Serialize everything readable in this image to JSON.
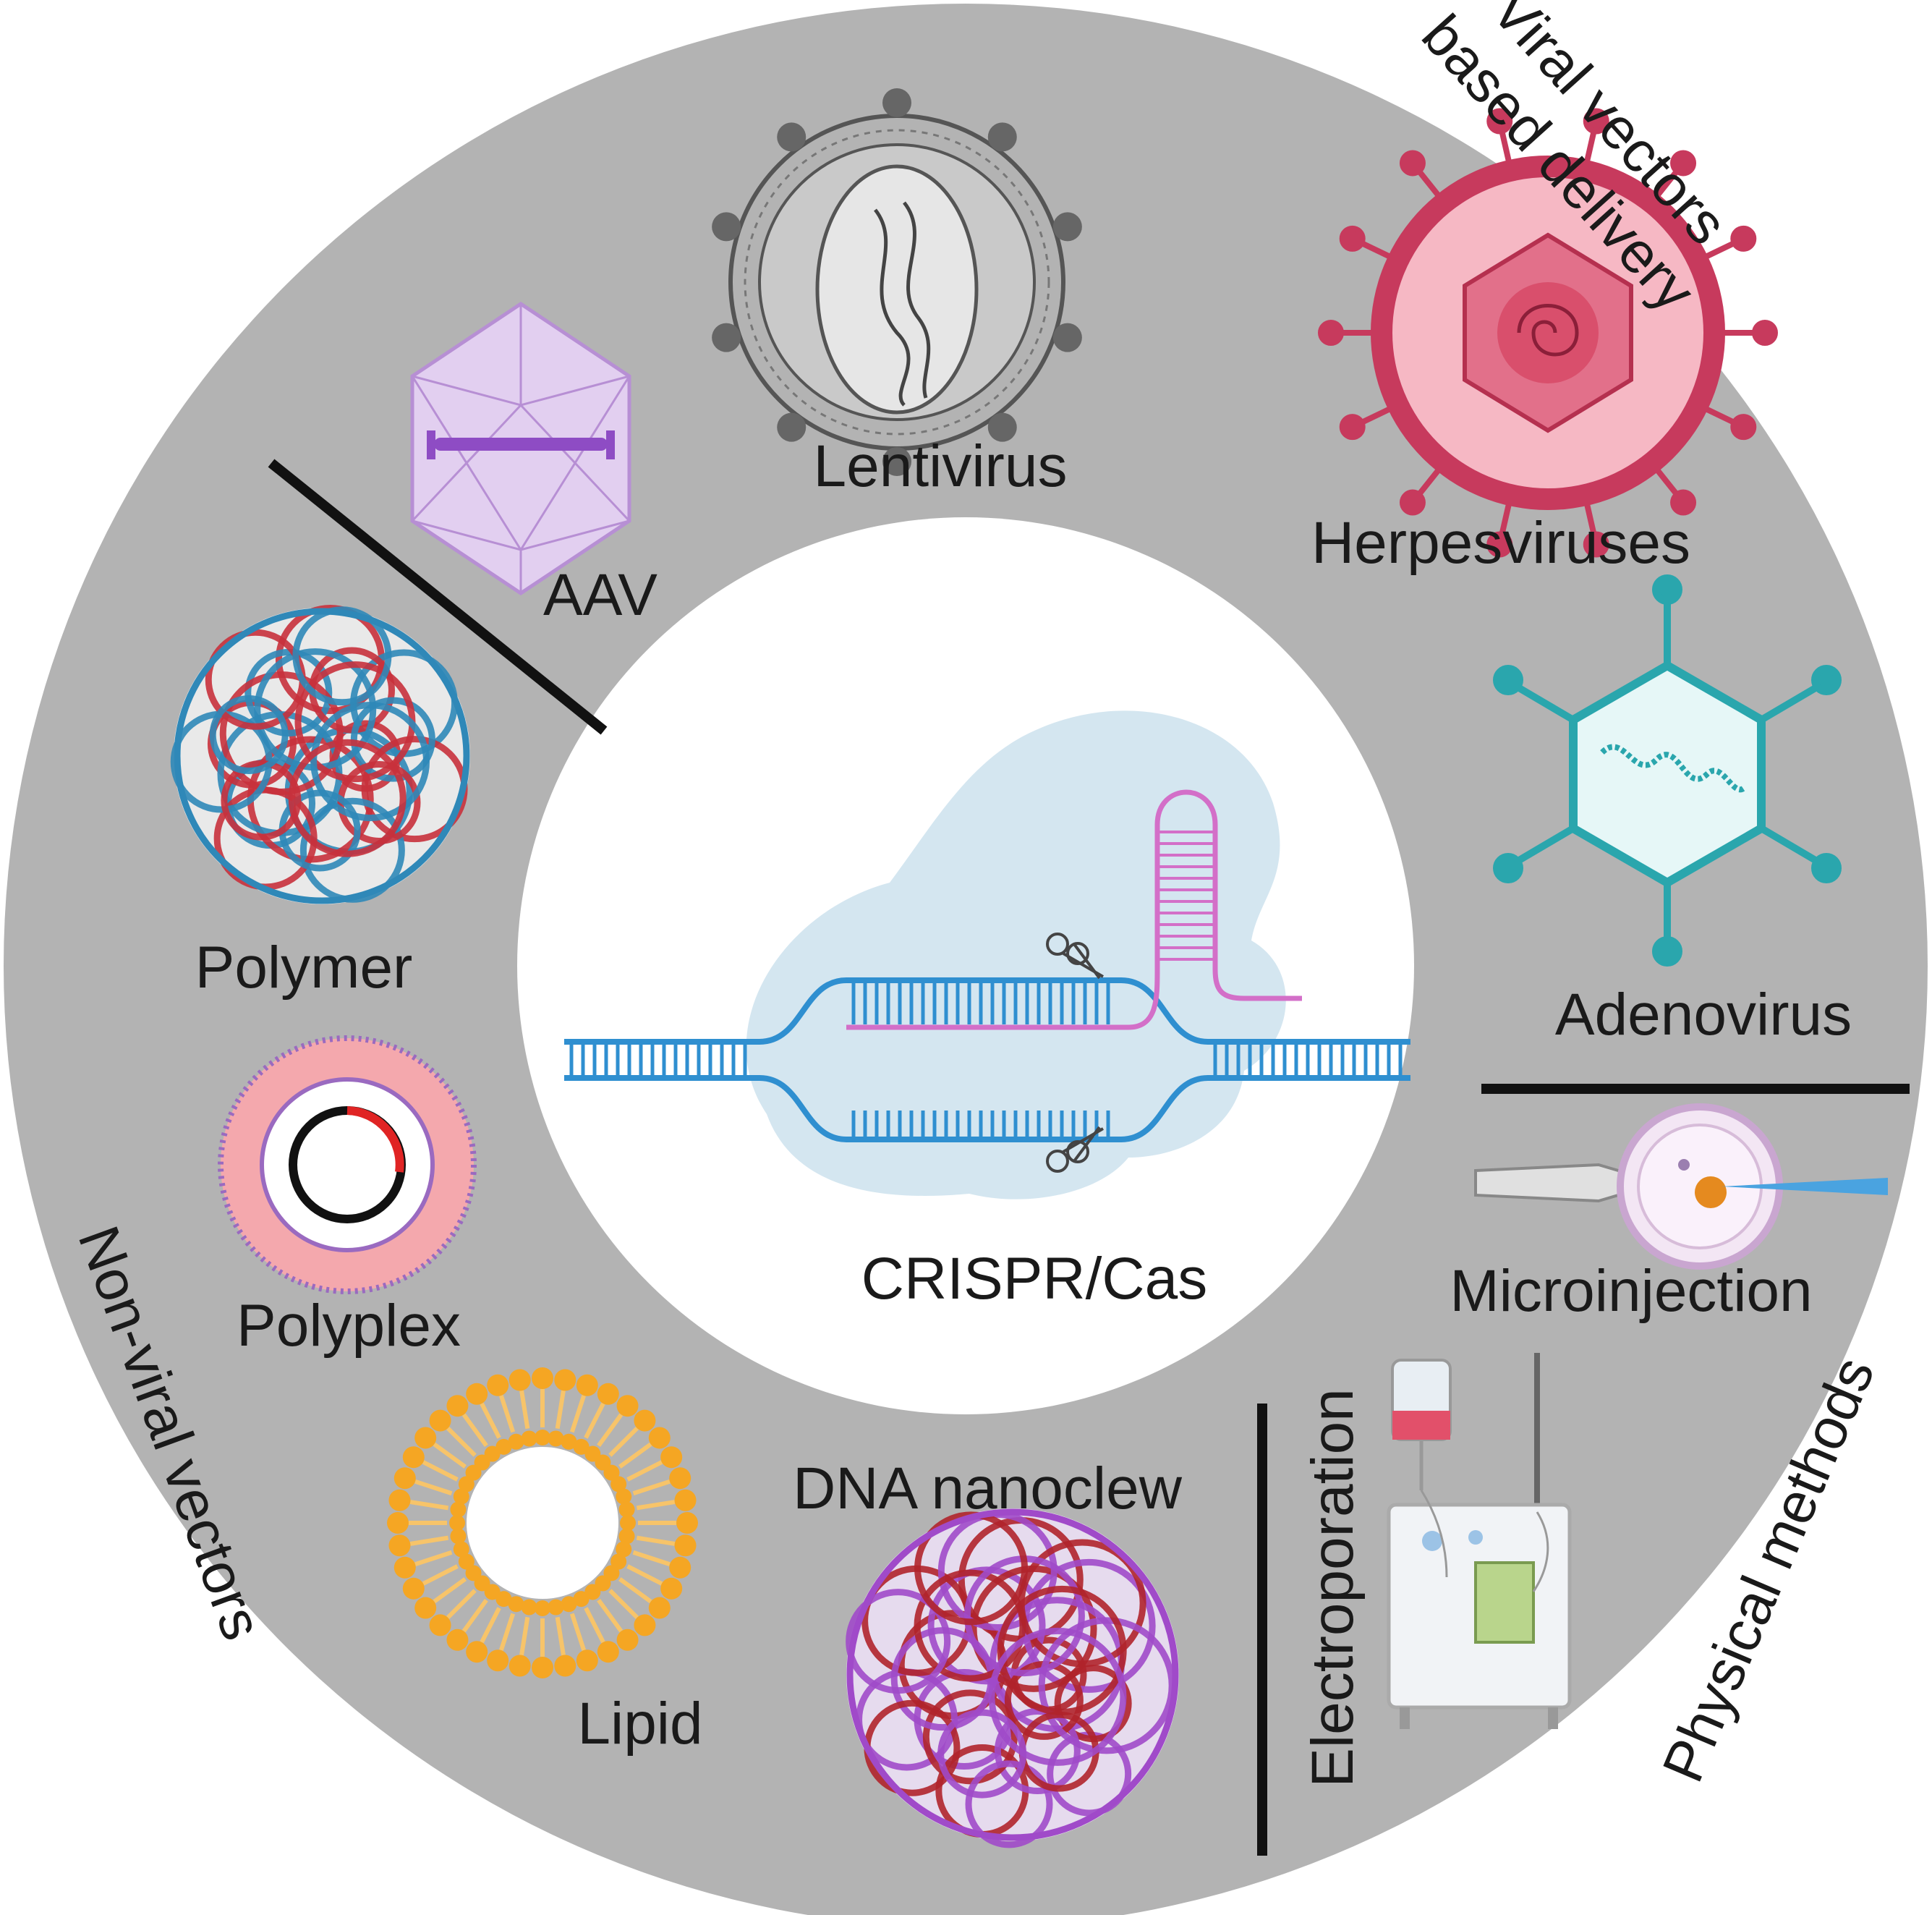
{
  "center": {
    "label": "CRISPR/Cas"
  },
  "categories": {
    "viral": {
      "line1": "Viral vectors",
      "line2": "based delivery"
    },
    "non_viral": {
      "label": "Non-viral vectors"
    },
    "physical": {
      "label": "Physical methods"
    }
  },
  "items": {
    "lentivirus": "Lentivirus",
    "herpesviruses": "Herpesviruses",
    "aav": "AAV",
    "adenovirus": "Adenovirus",
    "polymer": "Polymer",
    "polyplex": "Polyplex",
    "lipid": "Lipid",
    "dna_nanoclew": "DNA nanoclew",
    "microinjection": "Microinjection",
    "electroporation": "Electroporation"
  },
  "colors": {
    "ring": "#b3b3b3",
    "center_fill": "#ffffff",
    "dna_blue": "#2f8fd0",
    "guide_rna": "#d36fc8",
    "cas_protein": "#cfe3ee",
    "herpes": "#c73a5d",
    "adeno": "#2aa6ad",
    "aav": "#b78fd4",
    "polymer_red": "#c8313c",
    "polymer_blue": "#2f88b8",
    "lipid": "#f5a623",
    "nanoclew_purple": "#a04ac9"
  }
}
